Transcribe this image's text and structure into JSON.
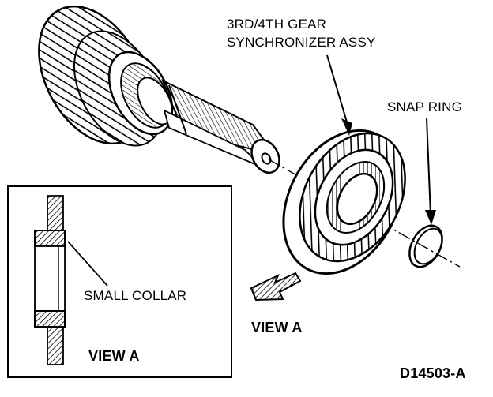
{
  "labels": {
    "synchronizer_line1": "3RD/4TH GEAR",
    "synchronizer_line2": "SYNCHRONIZER ASSY",
    "snap_ring": "SNAP RING",
    "small_collar": "SMALL COLLAR",
    "view_a_inset": "VIEW A",
    "view_a_arrow": "VIEW A",
    "figure_code": "D14503-A"
  }
}
